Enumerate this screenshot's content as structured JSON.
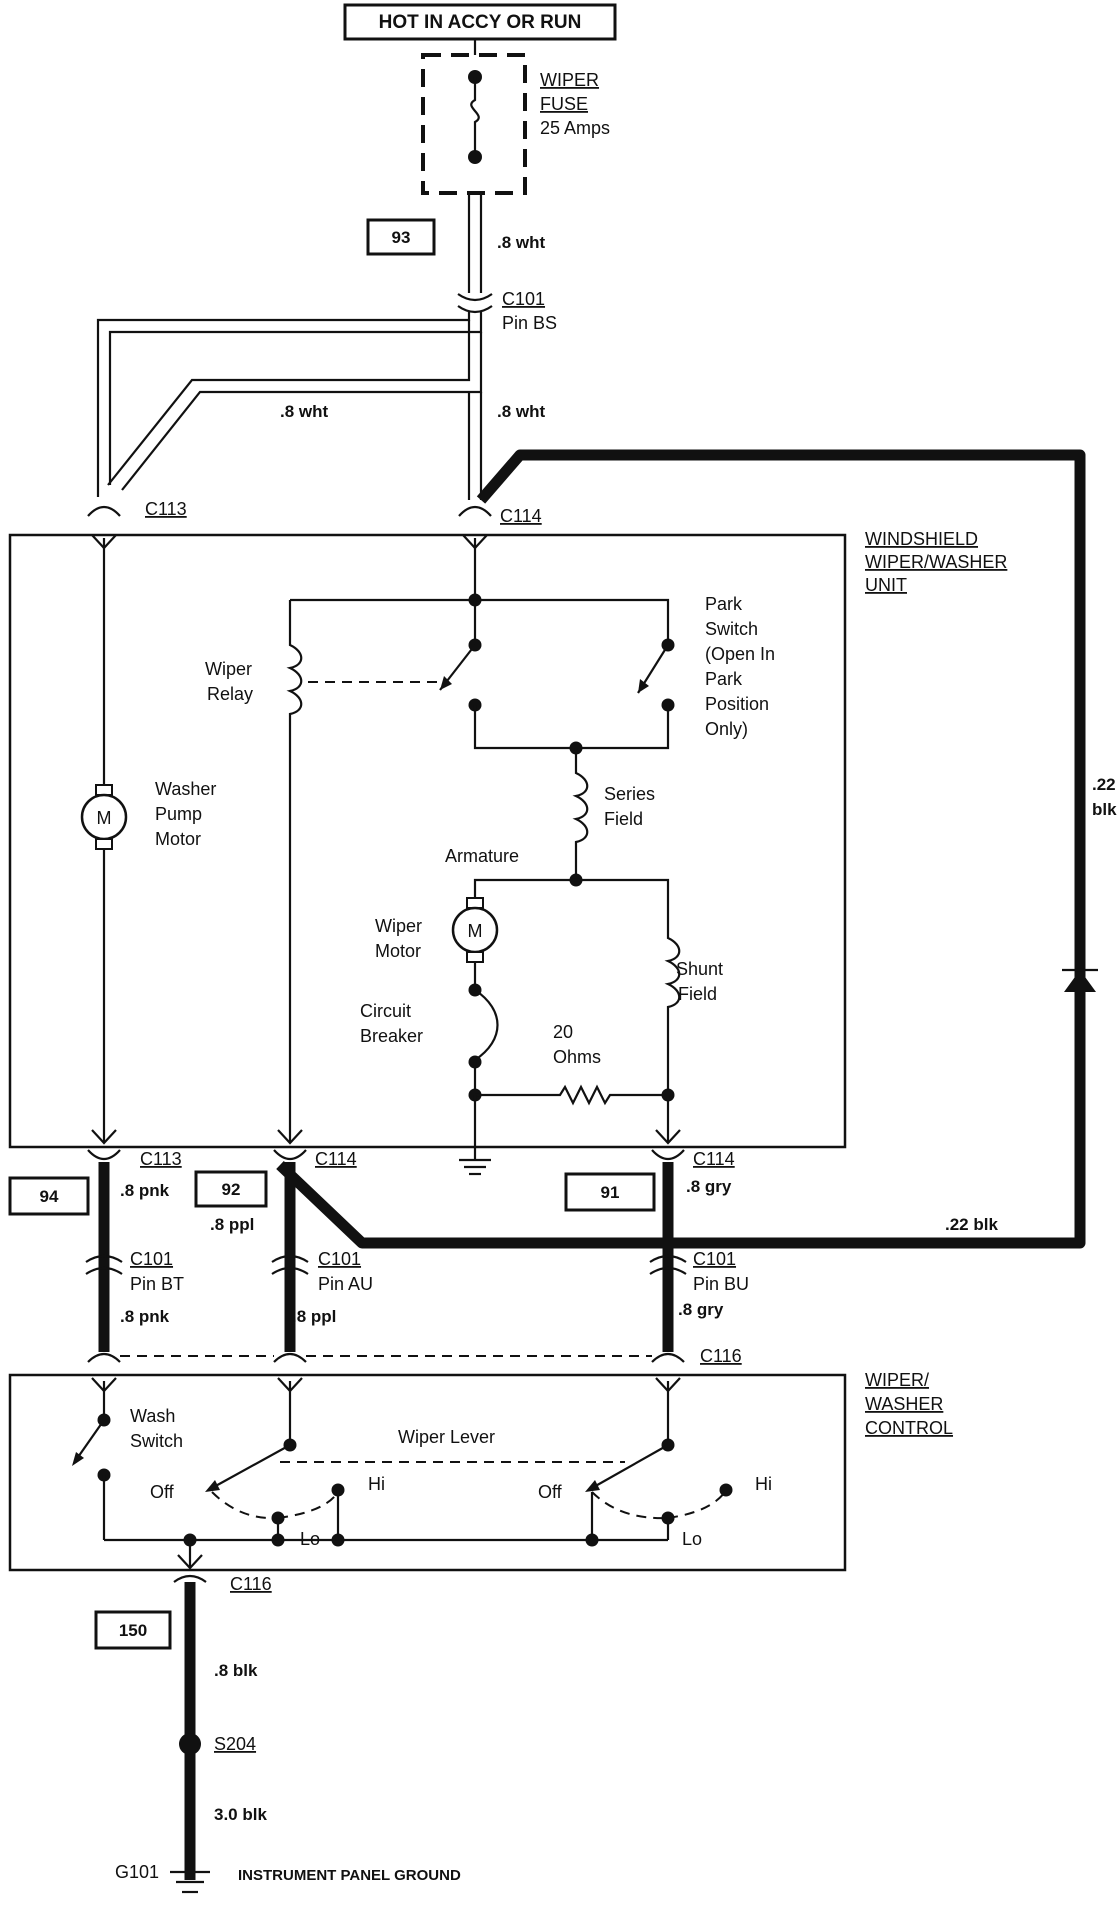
{
  "header": {
    "title": "HOT IN ACCY OR RUN"
  },
  "fuse": {
    "name": "WIPER",
    "name2": "FUSE",
    "rating": "25 Amps"
  },
  "circuit_ids": {
    "c93": "93",
    "c94": "94",
    "c92": "92",
    "c91": "91",
    "c150": "150"
  },
  "wires": {
    "top_wht": ".8 wht",
    "mid_wht_left": ".8 wht",
    "mid_wht_right": ".8 wht",
    "blk_vertical_a": ".22",
    "blk_vertical_b": "blk",
    "blk_horizontal": ".22 blk",
    "pnk_upper": ".8 pnk",
    "ppl_upper": ".8 ppl",
    "gry_upper": ".8 gry",
    "pnk_lower": ".8 pnk",
    "ppl_lower": ".8 ppl",
    "gry_lower": ".8 gry",
    "blk_ground_upper": ".8 blk",
    "blk_ground_lower": "3.0 blk"
  },
  "connectors": {
    "c101_top": "C101",
    "c101_top_pin": "Pin BS",
    "c113_top": "C113",
    "c114_top": "C114",
    "c113_bottom": "C113",
    "c114_bottom_left": "C114",
    "c114_bottom_right": "C114",
    "c101_bt": "C101",
    "c101_bt_pin": "Pin BT",
    "c101_au": "C101",
    "c101_au_pin": "Pin AU",
    "c101_bu": "C101",
    "c101_bu_pin": "Pin BU",
    "c116_top": "C116",
    "c116_bottom": "C116",
    "s204": "S204",
    "g101": "G101"
  },
  "wiper_unit": {
    "title1": "WINDSHIELD",
    "title2": "WIPER/WASHER",
    "title3": "UNIT",
    "wiper_relay1": "Wiper",
    "wiper_relay2": "Relay",
    "park1": "Park",
    "park2": "Switch",
    "park3": "(Open In",
    "park4": "Park",
    "park5": "Position",
    "park6": "Only)",
    "washer1": "Washer",
    "washer2": "Pump",
    "washer3": "Motor",
    "series1": "Series",
    "series2": "Field",
    "armature": "Armature",
    "wmotor1": "Wiper",
    "wmotor2": "Motor",
    "shunt1": "Shunt",
    "shunt2": "Field",
    "cb1": "Circuit",
    "cb2": "Breaker",
    "ohms1": "20",
    "ohms2": "Ohms",
    "motor_symbol": "M"
  },
  "control": {
    "title1": "WIPER/",
    "title2": "WASHER",
    "title3": "CONTROL",
    "wash1": "Wash",
    "wash2": "Switch",
    "wiper_lever": "Wiper Lever",
    "off_left": "Off",
    "hi_left": "Hi",
    "lo_left": "Lo",
    "off_right": "Off",
    "hi_right": "Hi",
    "lo_right": "Lo"
  },
  "ground": {
    "label": "INSTRUMENT PANEL GROUND"
  }
}
